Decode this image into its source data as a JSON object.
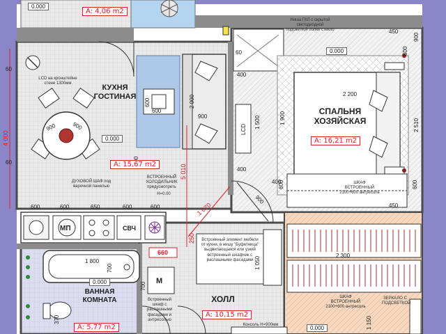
{
  "rooms": {
    "kitchen": {
      "line1": "КУХНЯ",
      "line2": "ГОСТИНАЯ",
      "area": "A: 15,67 m2"
    },
    "bedroom": {
      "line1": "СПАЛЬНЯ",
      "line2": "ХОЗЯЙСКАЯ",
      "area": "A: 16,21 m2"
    },
    "bathroom": {
      "line1": "ВАННАЯ",
      "line2": "КОМНАТА",
      "area": "A: 5,77 m2"
    },
    "hall": {
      "line1": "ХОЛЛ",
      "area": "A: 10,15 m2"
    },
    "balcony": {
      "area": "A: 4,06 m2"
    }
  },
  "notes": {
    "lcd_bracket": "LCD на кронштейне стене 1300мм",
    "gkl_niche": "Ниша ГКЛ с скрытой светодиодной подсветкой полки стекло",
    "oven": "ДУХОВОЙ ШАФ под варочной панелью",
    "fridge": "ВСТРОЕННЫЙ ХОЛОДИЛЬНИК предусмотреть",
    "h_zero": "H=0.00",
    "wardrobe_bedroom": "ШКАФ ВСТРОЕННЫЙ 2100+600 антресоль",
    "wardrobe_hall": "ШКАФ ВСТРОЕННЫЙ 2100+600 антресоль",
    "builtin_element": "Встроенный элемент мебели от кухни, в нишу \"Буфетница\" выдвигающаяся или узкий встроенный шкафчик с распашными фасадами",
    "builtin_bath": "Встроенный шкаф с распашными фасадами и антресолью",
    "console": "Консоль  H=900мм",
    "mirror": "ЗЕРКАЛО С ПОДСВЕТКОЙ"
  },
  "appliances": {
    "microwave": "МП",
    "hood": "СВЧ",
    "washer": "M",
    "lcd": "LCD"
  },
  "levels": [
    "0.000",
    "0.000",
    "0.000",
    "0.000",
    "0.000"
  ],
  "dimensions": {
    "d4000": "4 000",
    "d5010": "5 010",
    "d2510": "2 510",
    "d900r": "900",
    "d1070": "1 070",
    "d900k": "900",
    "d900t1": "900",
    "d900t2": "900",
    "d600a": "600",
    "d600b": "600",
    "d600t": "600",
    "d2000": "2 000",
    "d60a": "60",
    "d60b": "60",
    "d60c": "60",
    "d450a": "450",
    "d450b": "450",
    "d1900": "1 900",
    "d1500": "1 500",
    "d400a": "400",
    "d400b": "400",
    "d400c": "400",
    "d2200": "2 200",
    "d600s1": "600",
    "d600s2": "600",
    "d600w": "600",
    "d900d": "900",
    "d250": "250",
    "d660": "660",
    "d1800": "1 800",
    "d700a": "700",
    "d700b": "700",
    "d1050": "1 050",
    "d2300": "2 300",
    "d1150": "1 150",
    "d370": "370",
    "k600a": "600",
    "k600b": "600",
    "k650": "650",
    "k600c": "600",
    "k600d": "600"
  },
  "colors": {
    "wall_frame": "#8a86c8",
    "floor_kitchen": "#e6e6e6",
    "floor_bath": "#d8d8ee",
    "floor_hall": "#f3d3b8",
    "rug": "#aec9e8",
    "dimension_red": "#d9232d"
  }
}
